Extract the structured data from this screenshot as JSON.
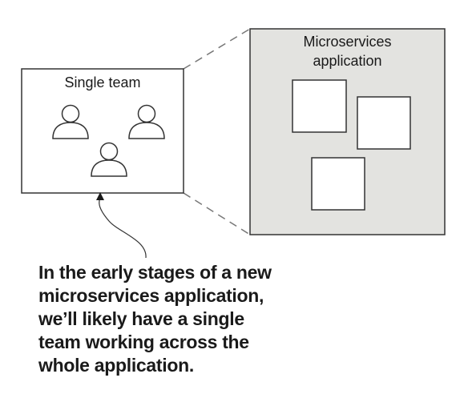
{
  "team_box": {
    "label": "Single team"
  },
  "app_box": {
    "label_lines": [
      "Microservices",
      "application"
    ]
  },
  "caption_lines": [
    "In the early stages of a new",
    "microservices application,",
    "we’ll likely have a single",
    "team working across the",
    "whole application."
  ],
  "colors": {
    "app_box_fill": "#e3e3e0",
    "stroke": "#333333",
    "dash": "#777777"
  },
  "icons": {
    "members": [
      "person-icon",
      "person-icon",
      "person-icon"
    ],
    "pointer": "arrowhead-icon"
  }
}
